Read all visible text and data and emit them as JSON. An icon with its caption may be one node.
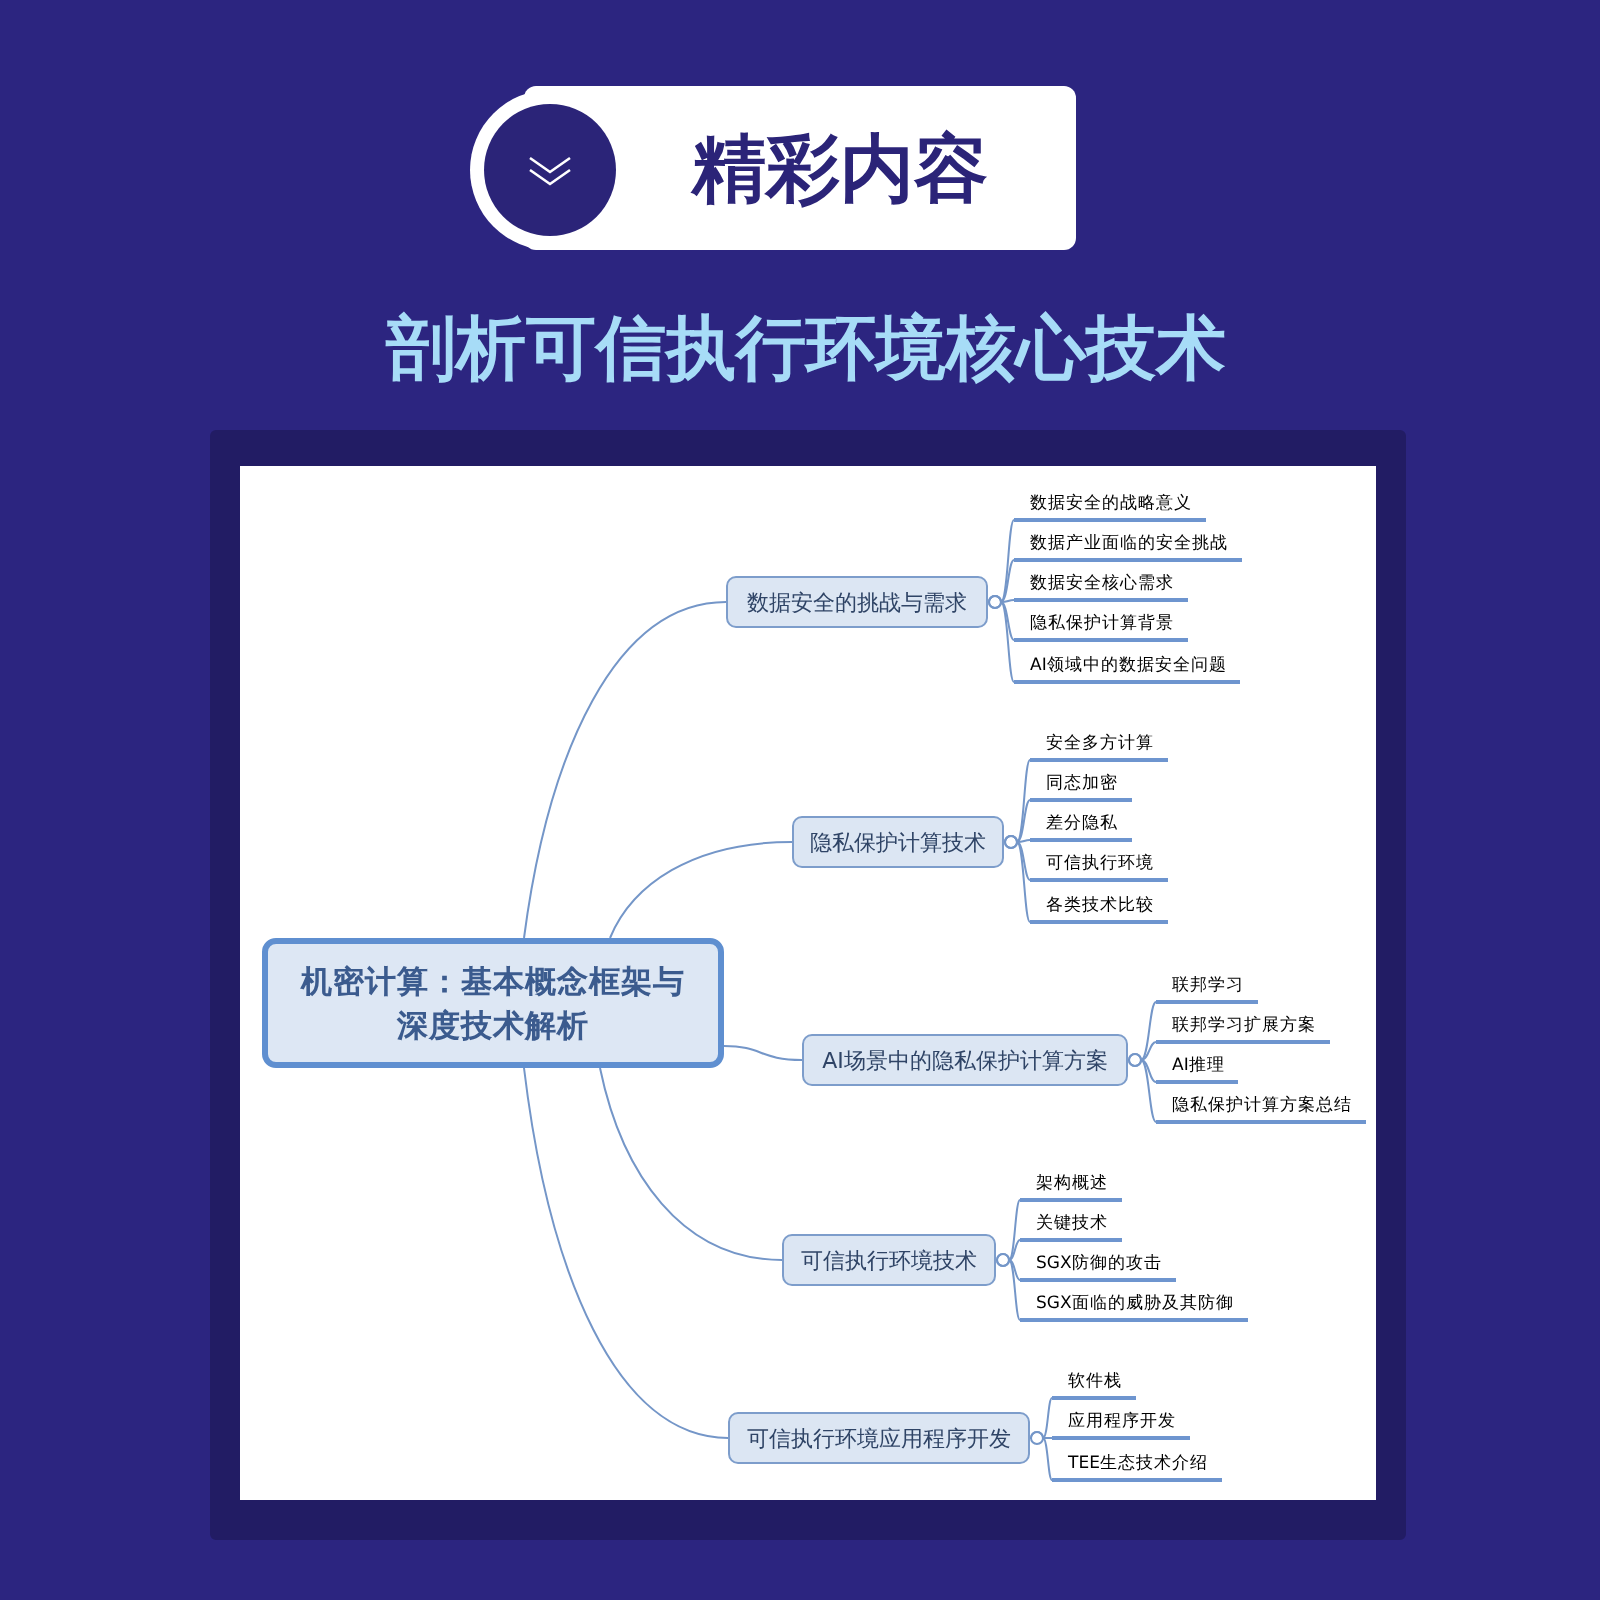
{
  "diagram": {
    "title": "精彩内容",
    "nodes": [
      {
        "text": [
          "机密计算：基本概念框架与深度技术解析"
        ]
      },
      {
        "text": [
          "数据安全的挑战与需求"
        ]
      },
      {
        "text": [
          "数据安全的战略意义"
        ]
      },
      {
        "text": [
          "数据产业面临的安全挑战"
        ]
      },
      {
        "text": [
          "数据安全核心需求"
        ]
      },
      {
        "text": [
          "隐私保护计算背景"
        ]
      },
      {
        "text": [
          "AI领域中的数据安全问题"
        ]
      },
      {
        "text": [
          "隐私保护计算技术"
        ]
      },
      {
        "text": [
          "安全多方计算"
        ]
      },
      {
        "text": [
          "同态加密"
        ]
      },
      {
        "text": [
          "差分隐私"
        ]
      },
      {
        "text": [
          "可信执行环境"
        ]
      },
      {
        "text": [
          "各类技术比较"
        ]
      },
      {
        "text": [
          "AI场景中的隐私保护计算方案"
        ]
      },
      {
        "text": [
          "联邦学习"
        ]
      },
      {
        "text": [
          "联邦学习扩展方案"
        ]
      },
      {
        "text": [
          "AI推理"
        ]
      },
      {
        "text": [
          "隐私保护计算方案总结"
        ]
      },
      {
        "text": [
          "可信执行环境技术"
        ]
      },
      {
        "text": [
          "架构概述"
        ]
      },
      {
        "text": [
          "关键技术"
        ]
      },
      {
        "text": [
          "SGX防御的攻击"
        ]
      },
      {
        "text": [
          "SGX面临的威胁及其防御"
        ]
      },
      {
        "text": [
          "可信执行环境应用程序开发"
        ]
      },
      {
        "text": [
          "软件栈"
        ]
      },
      {
        "text": [
          "应用程序开发"
        ]
      },
      {
        "text": [
          "TEE生态技术介绍"
        ]
      }
    ],
    "edges": [
      {
        "from": 0,
        "to": 1,
        "arrow": "none"
      },
      {
        "from": 1,
        "to": 2,
        "arrow": "none"
      },
      {
        "from": 1,
        "to": 3,
        "arrow": "none"
      },
      {
        "from": 1,
        "to": 4,
        "arrow": "none"
      },
      {
        "from": 1,
        "to": 5,
        "arrow": "none"
      },
      {
        "from": 1,
        "to": 6,
        "arrow": "none"
      },
      {
        "from": 0,
        "to": 7,
        "arrow": "none"
      },
      {
        "from": 7,
        "to": 8,
        "arrow": "none"
      },
      {
        "from": 7,
        "to": 9,
        "arrow": "none"
      },
      {
        "from": 7,
        "to": 10,
        "arrow": "none"
      },
      {
        "from": 7,
        "to": 11,
        "arrow": "none"
      },
      {
        "from": 7,
        "to": 12,
        "arrow": "none"
      },
      {
        "from": 0,
        "to": 13,
        "arrow": "none"
      },
      {
        "from": 13,
        "to": 14,
        "arrow": "none"
      },
      {
        "from": 13,
        "to": 15,
        "arrow": "none"
      },
      {
        "from": 13,
        "to": 16,
        "arrow": "none"
      },
      {
        "from": 13,
        "to": 17,
        "arrow": "none"
      },
      {
        "from": 0,
        "to": 18,
        "arrow": "none"
      },
      {
        "from": 18,
        "to": 19,
        "arrow": "none"
      },
      {
        "from": 18,
        "to": 20,
        "arrow": "none"
      },
      {
        "from": 18,
        "to": 21,
        "arrow": "none"
      },
      {
        "from": 18,
        "to": 22,
        "arrow": "none"
      },
      {
        "from": 0,
        "to": 23,
        "arrow": "none"
      },
      {
        "from": 23,
        "to": 24,
        "arrow": "none"
      },
      {
        "from": 23,
        "to": 25,
        "arrow": "none"
      },
      {
        "from": 23,
        "to": 26,
        "arrow": "none"
      }
    ],
    "labels": [
      "剖析可信执行环境核心技术"
    ]
  }
}
